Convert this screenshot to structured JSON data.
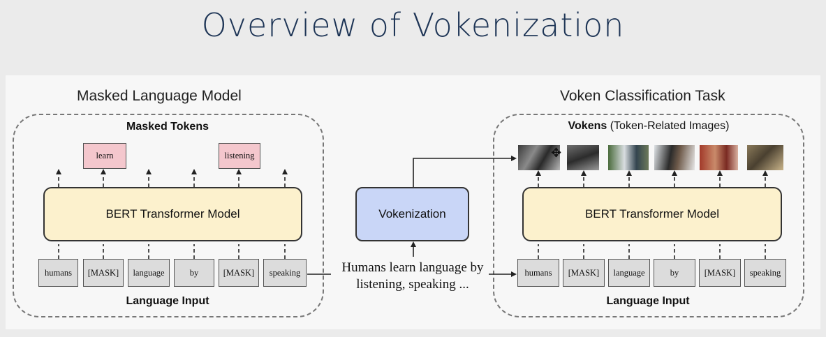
{
  "slide_title": "Overview of Vokenization",
  "left": {
    "section_title": "Masked Language Model",
    "output_label": "Masked Tokens",
    "outputs": [
      "learn",
      "listening"
    ],
    "model_label": "BERT Transformer Model",
    "input_label": "Language Input",
    "tokens": [
      "humans",
      "[MASK]",
      "language",
      "by",
      "[MASK]",
      "speaking"
    ]
  },
  "center": {
    "process_label": "Vokenization",
    "sentence_line1": "Humans learn language by",
    "sentence_line2": "listening, speaking ..."
  },
  "right": {
    "section_title": "Voken Classification Task",
    "output_label_bold": "Vokens",
    "output_label_rest": " (Token-Related Images)",
    "model_label": "BERT Transformer Model",
    "input_label": "Language Input",
    "tokens": [
      "humans",
      "[MASK]",
      "language",
      "by",
      "[MASK]",
      "speaking"
    ]
  },
  "colors": {
    "title": "#1e3556",
    "bert_fill": "#fcf1cd",
    "masked_token_fill": "#f4c7cd",
    "vokenization_fill": "#c9d6f7",
    "token_fill": "#dcdcdc"
  }
}
